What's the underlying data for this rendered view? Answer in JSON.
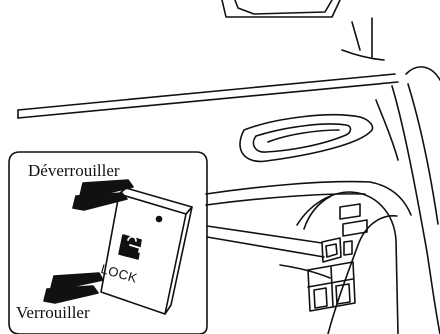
{
  "diagram": {
    "labels": {
      "unlock": "Déverrouiller",
      "lock": "Verrouiller"
    },
    "switch_text": "LOCK",
    "colors": {
      "stroke": "#111111",
      "background": "#ffffff"
    },
    "icons": {
      "switch_symbol": "lock-switch-icon",
      "arrows": "arrow-icon"
    }
  }
}
